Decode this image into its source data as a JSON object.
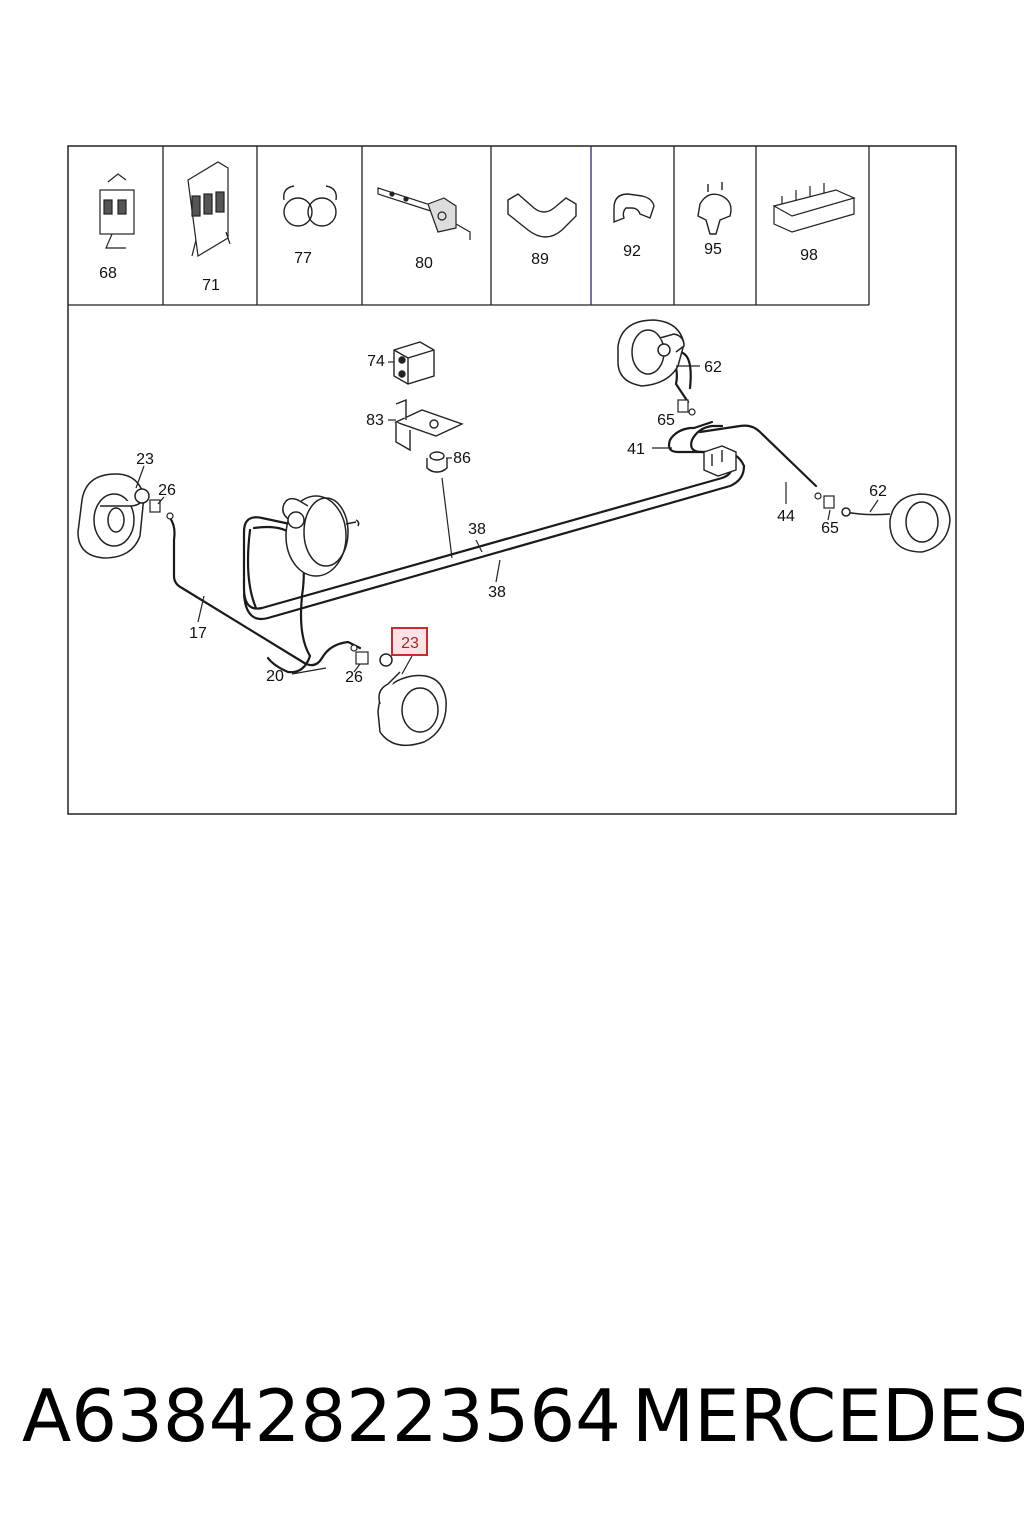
{
  "part_number": "A638428223564",
  "brand": "MERCEDES",
  "highlight_color": "#cc2b2b",
  "legend_items": [
    {
      "label": "68",
      "icon": "clip-bracket-icon"
    },
    {
      "label": "71",
      "icon": "clip-bracket-multi-icon"
    },
    {
      "label": "77",
      "icon": "double-clip-icon"
    },
    {
      "label": "80",
      "icon": "strap-clip-icon"
    },
    {
      "label": "89",
      "icon": "u-channel-icon"
    },
    {
      "label": "92",
      "icon": "clip-icon"
    },
    {
      "label": "95",
      "icon": "push-clip-icon"
    },
    {
      "label": "98",
      "icon": "multi-holder-icon"
    }
  ],
  "callouts": {
    "c74": "74",
    "c83": "83",
    "c86": "86",
    "c62a": "62",
    "c65a": "65",
    "c41": "41",
    "c23a": "23",
    "c26a": "26",
    "c38a": "38",
    "c38b": "38",
    "c44": "44",
    "c65b": "65",
    "c62b": "62",
    "c17": "17",
    "c20": "20",
    "c26b": "26",
    "c23b": "23"
  },
  "highlighted_callout": "23"
}
